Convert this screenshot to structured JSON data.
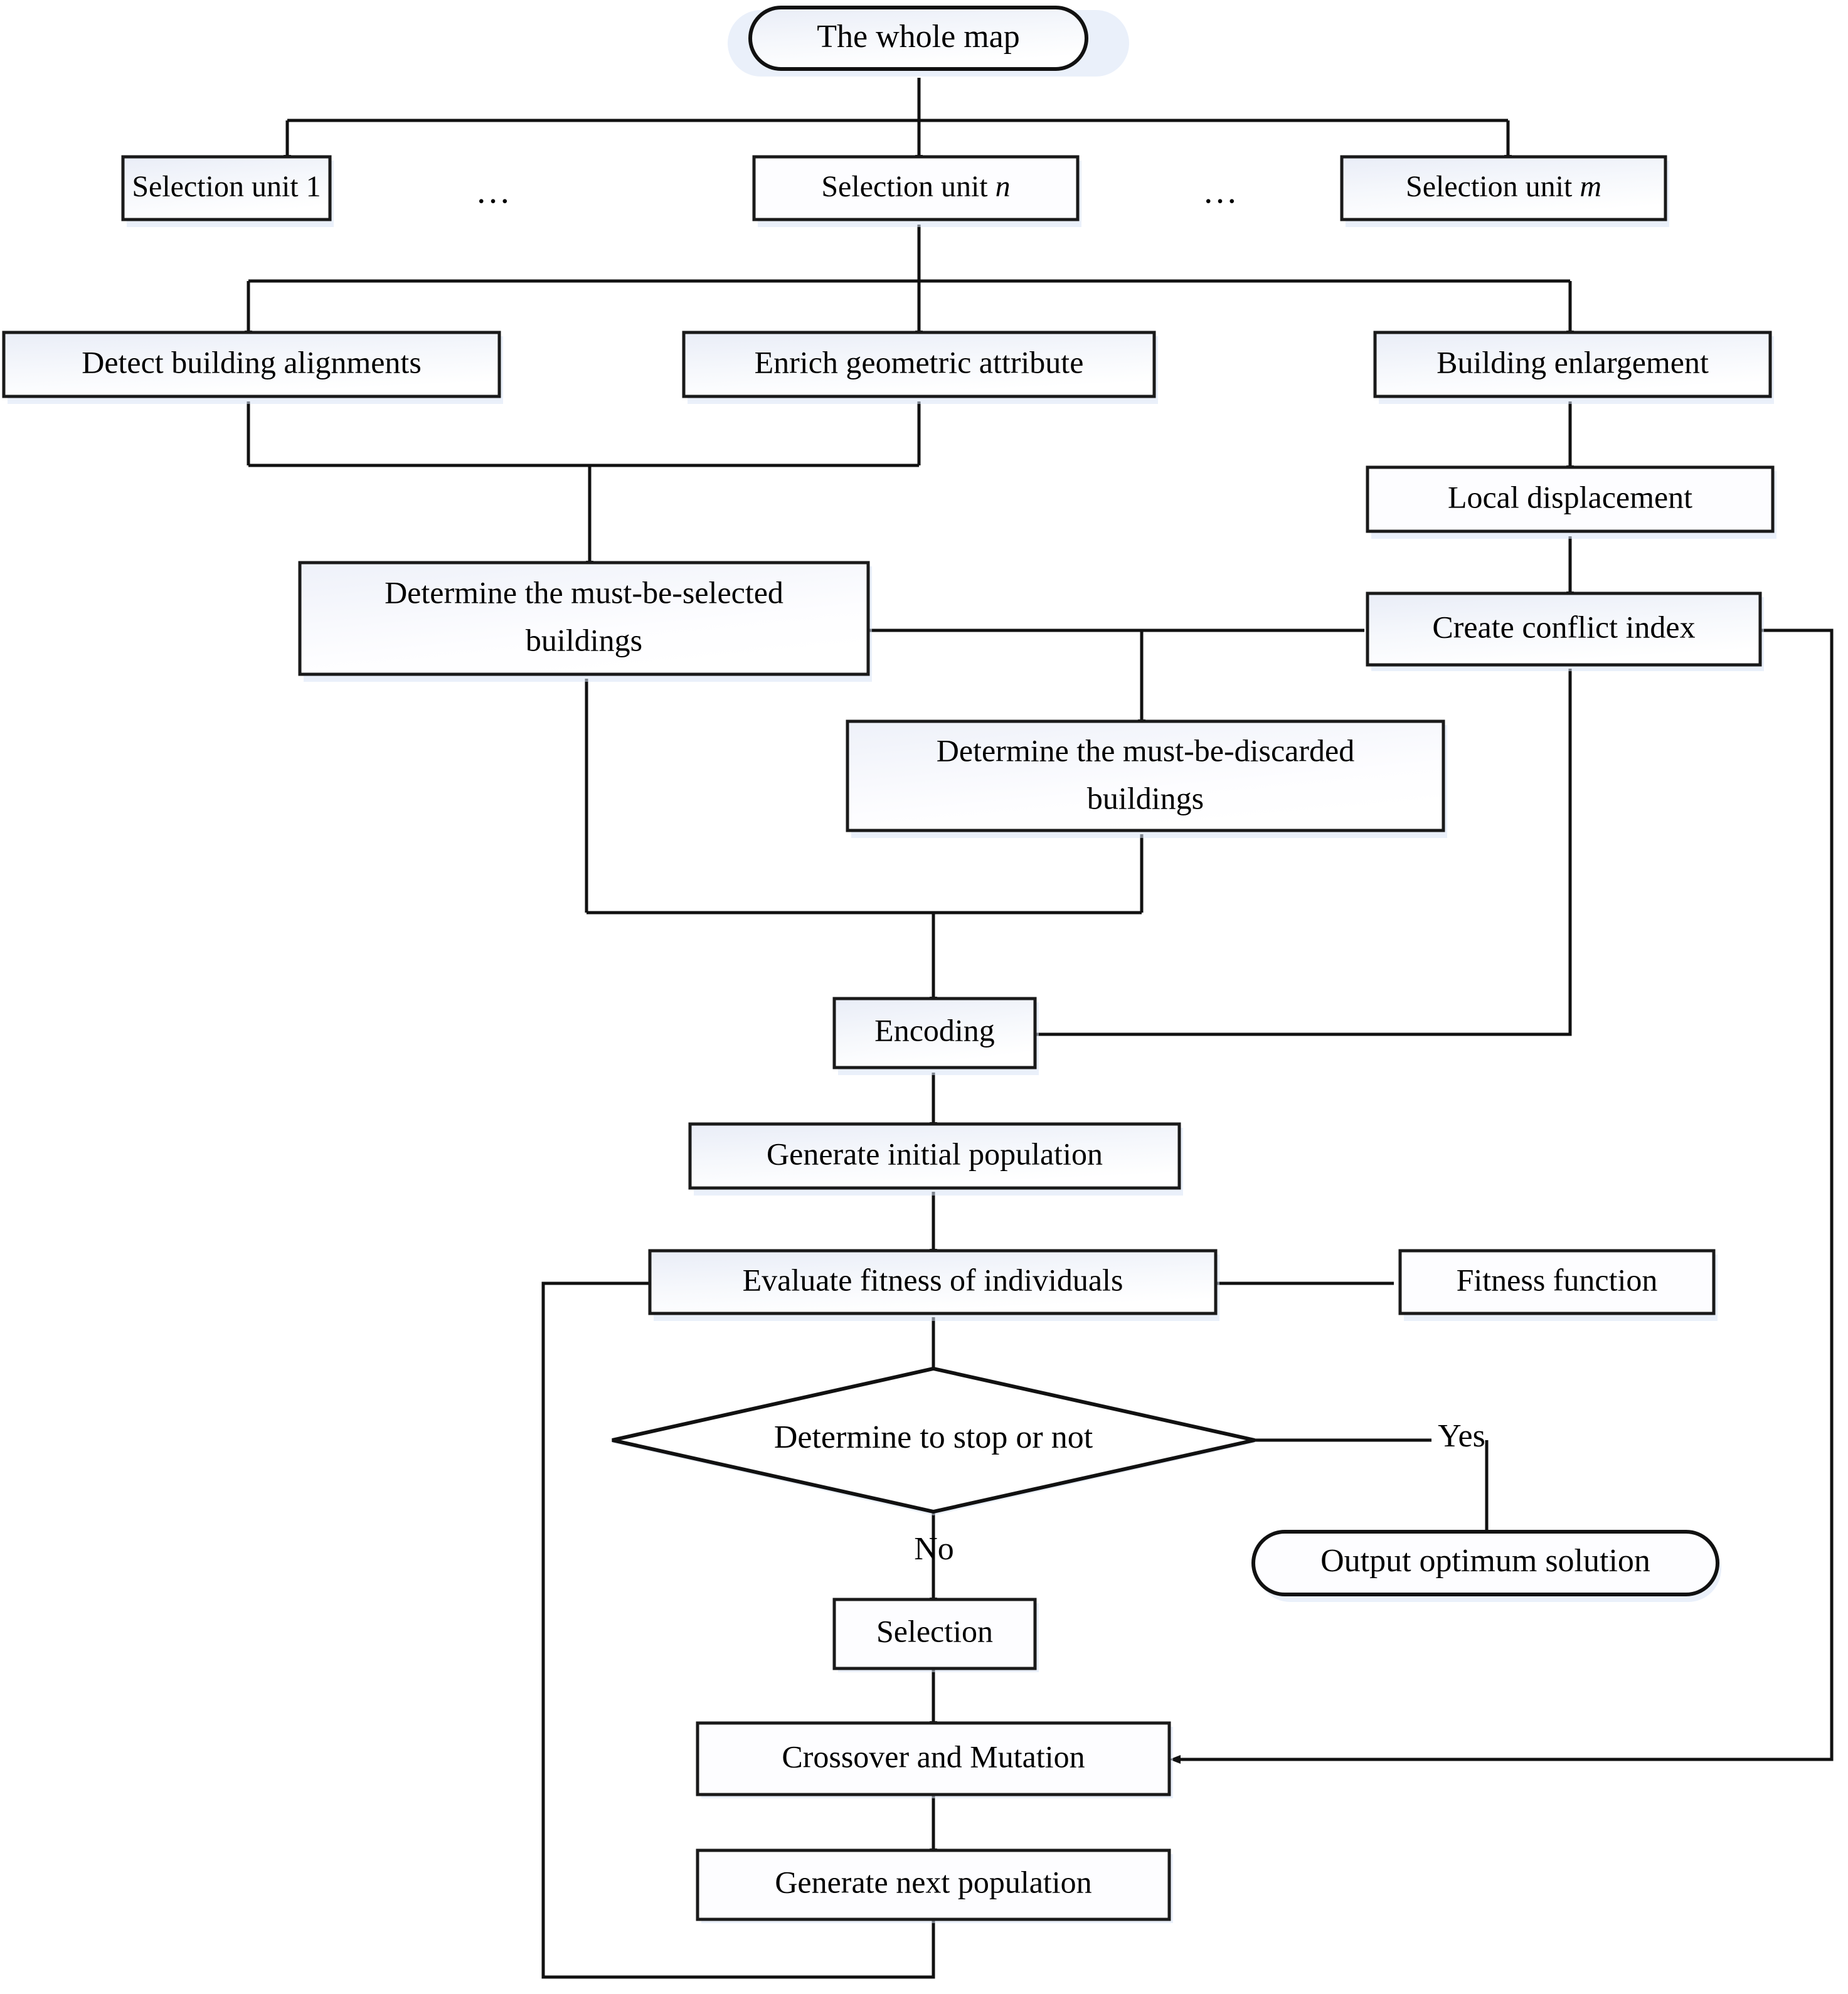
{
  "diagram": {
    "title": "Building selection genetic algorithm workflow",
    "type": "flowchart",
    "colors": {
      "node_fill_top": "#eef1f9",
      "node_fill_bottom": "#ffffff",
      "node_stroke": "#1a1a1a",
      "connector": "#111111",
      "shadow": "#d8e4f5",
      "background": "#ffffff"
    },
    "nodes": {
      "whole_map": "The whole map",
      "selection_unit_1": "Selection unit 1",
      "selection_unit_n_prefix": "Selection unit ",
      "selection_unit_n_var": "n",
      "selection_unit_m_prefix": "Selection unit ",
      "selection_unit_m_var": "m",
      "ellipsis_left": "…",
      "ellipsis_right": "…",
      "detect_building_alignments": "Detect building alignments",
      "enrich_geometric_attribute": "Enrich geometric attribute",
      "building_enlargement": "Building enlargement",
      "local_displacement": "Local displacement",
      "must_be_selected_line1": "Determine the must-be-selected",
      "must_be_selected_line2": "buildings",
      "create_conflict_index": "Create conflict index",
      "must_be_discarded_line1": "Determine the must-be-discarded",
      "must_be_discarded_line2": "buildings",
      "encoding": "Encoding",
      "generate_initial_population": "Generate initial population",
      "evaluate_fitness": "Evaluate fitness of individuals",
      "fitness_function": "Fitness function",
      "determine_stop": "Determine to stop or not",
      "output_optimum_solution": "Output optimum solution",
      "selection": "Selection",
      "crossover_and_mutation": "Crossover and Mutation",
      "generate_next_population": "Generate next population"
    },
    "edge_labels": {
      "yes": "Yes",
      "no": "No"
    }
  }
}
